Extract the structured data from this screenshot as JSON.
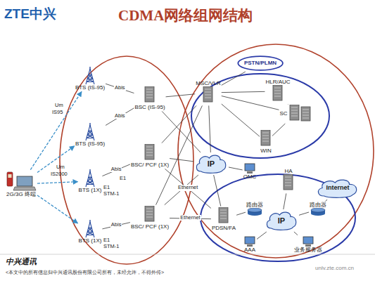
{
  "diagram": {
    "title": "CDMA网络组网结构",
    "nodes": [
      {
        "text": [
          "BTS (IS-95)"
        ]
      },
      {
        "text": [
          "BTS (IS-95)"
        ]
      },
      {
        "text": [
          "BTS (1X)"
        ]
      },
      {
        "text": [
          "BTS (1X)"
        ]
      },
      {
        "text": [
          "BSC (IS-95)"
        ]
      },
      {
        "text": [
          "BSC/ PCF (1X)"
        ]
      },
      {
        "text": [
          "BSC/ PCF (1X)"
        ]
      },
      {
        "text": [
          "2G/3G 终端"
        ]
      },
      {
        "text": [
          "PSTN/PLMN"
        ]
      },
      {
        "text": [
          "MSC/VLR"
        ]
      },
      {
        "text": [
          "HLR/AUC"
        ]
      },
      {
        "text": [
          "SC"
        ]
      },
      {
        "text": [
          "WIN"
        ]
      },
      {
        "text": [
          "IP"
        ]
      },
      {
        "text": [
          "OMC"
        ]
      },
      {
        "text": [
          "HA"
        ]
      },
      {
        "text": [
          "Internet"
        ]
      },
      {
        "text": [
          "PDSN/FA"
        ]
      },
      {
        "text": [
          "路由器"
        ]
      },
      {
        "text": [
          "IP"
        ]
      },
      {
        "text": [
          "路由器"
        ]
      },
      {
        "text": [
          "AAA"
        ]
      },
      {
        "text": [
          "业务服务器"
        ]
      }
    ],
    "edges": [
      {
        "from": 7,
        "to": 0,
        "arrow": "to"
      },
      {
        "from": 7,
        "to": 1,
        "arrow": "to"
      },
      {
        "from": 7,
        "to": 2,
        "arrow": "to"
      },
      {
        "from": 7,
        "to": 3,
        "arrow": "to"
      },
      {
        "from": 0,
        "to": 4,
        "label": "Abis",
        "arrow": "none"
      },
      {
        "from": 1,
        "to": 4,
        "label": "Abis",
        "arrow": "none"
      },
      {
        "from": 2,
        "to": 5,
        "label": "Abis",
        "arrow": "none"
      },
      {
        "from": 3,
        "to": 6,
        "label": "Abis",
        "arrow": "none"
      },
      {
        "from": 4,
        "to": 9,
        "arrow": "none"
      },
      {
        "from": 5,
        "to": 9,
        "arrow": "none"
      },
      {
        "from": 6,
        "to": 9,
        "arrow": "none"
      },
      {
        "from": 4,
        "to": 13,
        "arrow": "none"
      },
      {
        "from": 5,
        "to": 13,
        "arrow": "none"
      },
      {
        "from": 6,
        "to": 13,
        "arrow": "none"
      },
      {
        "from": 5,
        "to": 17,
        "label": "Ethernet",
        "arrow": "none"
      },
      {
        "from": 6,
        "to": 17,
        "label": "Ethernet",
        "arrow": "none"
      },
      {
        "from": 9,
        "to": 8,
        "arrow": "none"
      },
      {
        "from": 9,
        "to": 10,
        "arrow": "none"
      },
      {
        "from": 9,
        "to": 11,
        "arrow": "none"
      },
      {
        "from": 10,
        "to": 11,
        "arrow": "none"
      },
      {
        "from": 9,
        "to": 12,
        "arrow": "none"
      },
      {
        "from": 12,
        "to": 11,
        "arrow": "none"
      },
      {
        "from": 13,
        "to": 9,
        "arrow": "none"
      },
      {
        "from": 13,
        "to": 14,
        "arrow": "none"
      },
      {
        "from": 13,
        "to": 17,
        "arrow": "none"
      },
      {
        "from": 17,
        "to": 18,
        "arrow": "none"
      },
      {
        "from": 18,
        "to": 19,
        "arrow": "none"
      },
      {
        "from": 19,
        "to": 20,
        "arrow": "none"
      },
      {
        "from": 20,
        "to": 16,
        "arrow": "none"
      },
      {
        "from": 15,
        "to": 19,
        "arrow": "none"
      },
      {
        "from": 19,
        "to": 21,
        "arrow": "none"
      },
      {
        "from": 19,
        "to": 22,
        "arrow": "none"
      }
    ],
    "labels": [
      "ZTE中兴",
      "Um",
      "IS95",
      "Um",
      "IS2000",
      "E1",
      "E1",
      "STM-1",
      "E1",
      "STM-1",
      "中兴通讯",
      "<本文中的所有信息归中兴通讯股份有限公司所有，未经允许，不得外传>",
      "unlv.zte.com.cn"
    ]
  }
}
